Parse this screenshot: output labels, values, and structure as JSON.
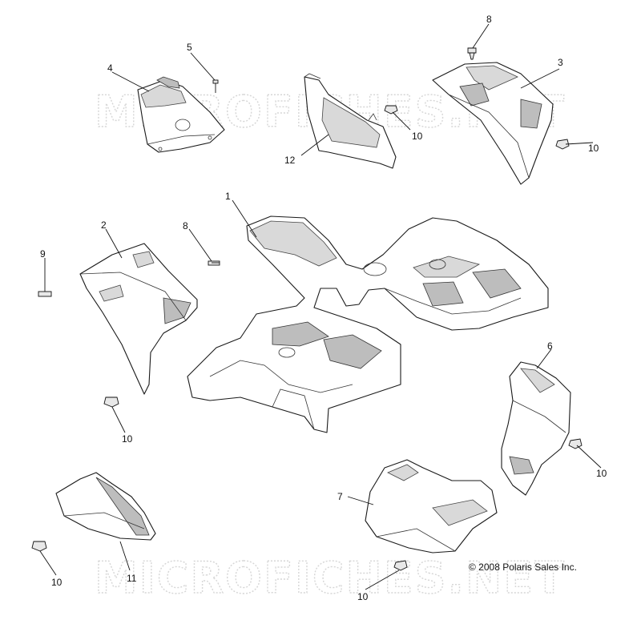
{
  "watermark": {
    "top": "MICROFICHES.NET",
    "bottom": "MICROFICHES.NET"
  },
  "copyright": "© 2008 Polaris Sales Inc.",
  "callouts": [
    {
      "id": "c1",
      "label": "1"
    },
    {
      "id": "c2",
      "label": "2"
    },
    {
      "id": "c3",
      "label": "3"
    },
    {
      "id": "c4",
      "label": "4"
    },
    {
      "id": "c5",
      "label": "5"
    },
    {
      "id": "c6",
      "label": "6"
    },
    {
      "id": "c7",
      "label": "7"
    },
    {
      "id": "c8a",
      "label": "8"
    },
    {
      "id": "c8b",
      "label": "8"
    },
    {
      "id": "c9",
      "label": "9"
    },
    {
      "id": "c10a",
      "label": "10"
    },
    {
      "id": "c10b",
      "label": "10"
    },
    {
      "id": "c10c",
      "label": "10"
    },
    {
      "id": "c10d",
      "label": "10"
    },
    {
      "id": "c10e",
      "label": "10"
    },
    {
      "id": "c10f",
      "label": "10"
    },
    {
      "id": "c11",
      "label": "11"
    },
    {
      "id": "c12",
      "label": "12"
    }
  ]
}
